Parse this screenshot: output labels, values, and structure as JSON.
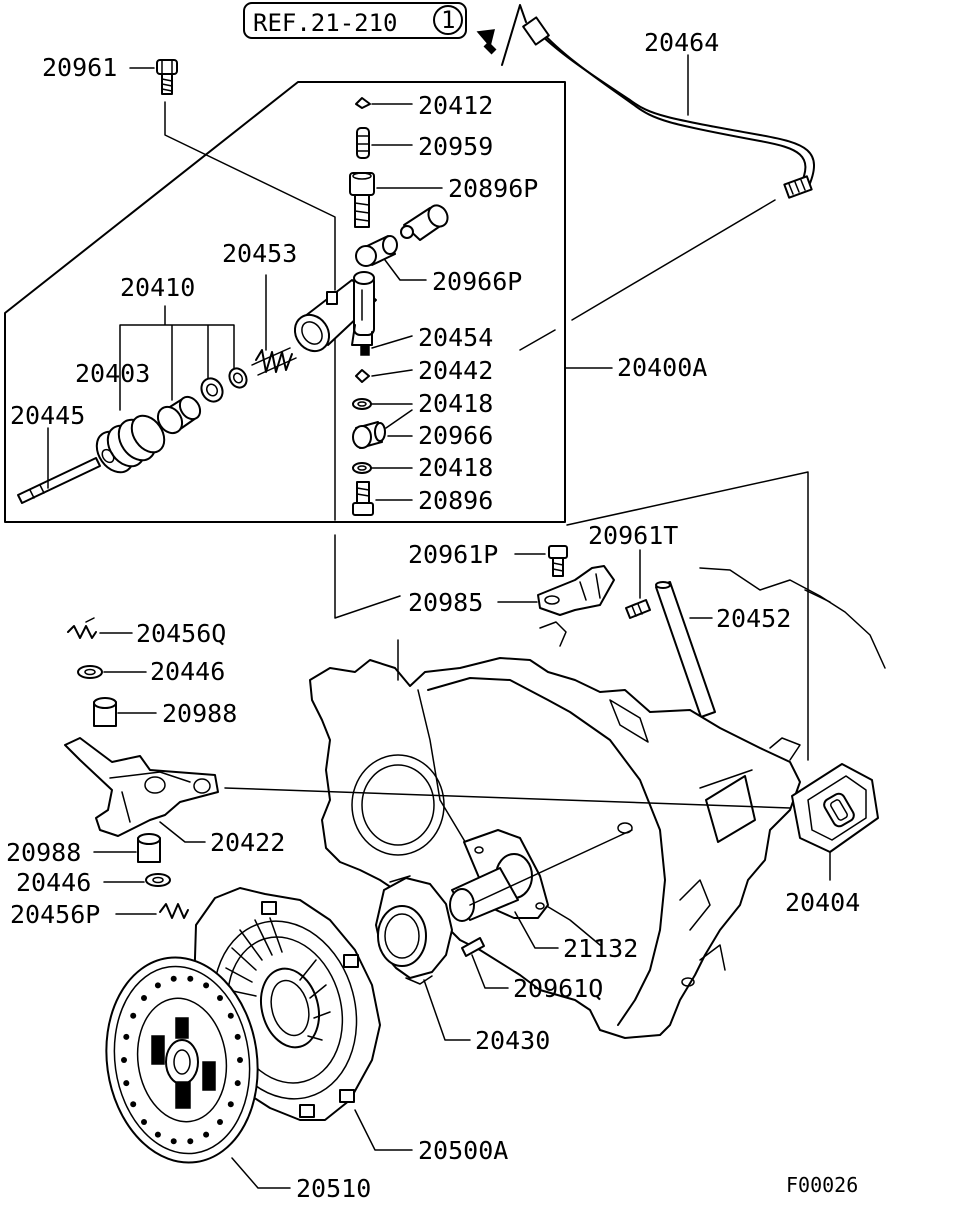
{
  "reference": {
    "text": "REF.21-210",
    "circled_number": "1"
  },
  "part_numbers": {
    "p20961": "20961",
    "p20412": "20412",
    "p20959": "20959",
    "p20896P": "20896P",
    "p20966P": "20966P",
    "p20453": "20453",
    "p20410": "20410",
    "p20403": "20403",
    "p20445": "20445",
    "p20454": "20454",
    "p20442": "20442",
    "p20418a": "20418",
    "p20966": "20966",
    "p20418b": "20418",
    "p20896": "20896",
    "p20400A": "20400A",
    "p20464": "20464",
    "p20961P": "20961P",
    "p20961T": "20961T",
    "p20985": "20985",
    "p20452": "20452",
    "p20456Q": "20456Q",
    "p20446a": "20446",
    "p20988a": "20988",
    "p20422": "20422",
    "p20988b": "20988",
    "p20446b": "20446",
    "p20456P": "20456P",
    "p20404": "20404",
    "p21132": "21132",
    "p20961Q": "20961Q",
    "p20430": "20430",
    "p20500A": "20500A",
    "p20510": "20510"
  },
  "figure_code": "F00026"
}
